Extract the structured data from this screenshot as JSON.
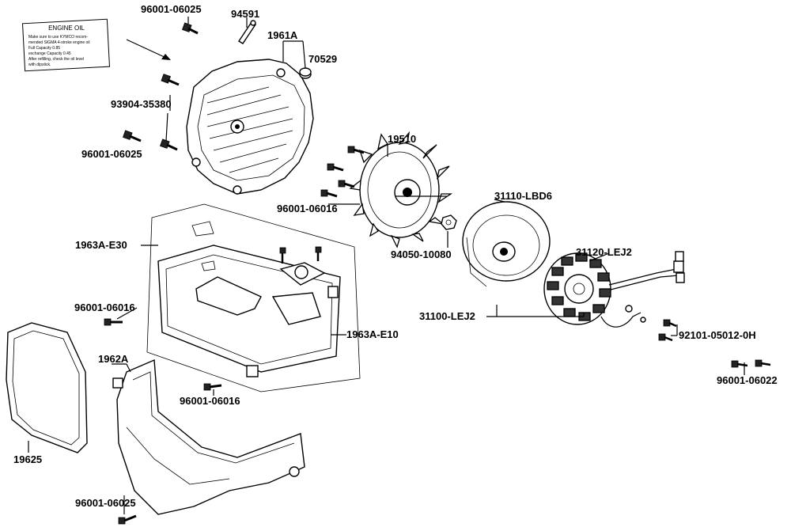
{
  "oil_label": {
    "title": "ENGINE OIL",
    "lines": [
      "Make sure to use KYMCO recom-",
      "mended SIGMA 4-stroke engine oil",
      "Full Capacity  0.85",
      "exchange Capacity  0.45",
      "After refilling, check the oil level",
      "with dipstick."
    ]
  },
  "parts": [
    {
      "id": "p1",
      "number": "96001-06025"
    },
    {
      "id": "p2",
      "number": "94591"
    },
    {
      "id": "p3",
      "number": "1961A"
    },
    {
      "id": "p4",
      "number": "70529"
    },
    {
      "id": "p5",
      "number": "93904-35380"
    },
    {
      "id": "p6",
      "number": "96001-06025"
    },
    {
      "id": "p7",
      "number": "19510"
    },
    {
      "id": "p8",
      "number": "96001-06016"
    },
    {
      "id": "p9",
      "number": "31110-LBD6"
    },
    {
      "id": "p10",
      "number": "1963A-E30"
    },
    {
      "id": "p11",
      "number": "94050-10080"
    },
    {
      "id": "p12",
      "number": "31120-LEJ2"
    },
    {
      "id": "p13",
      "number": "96001-06016"
    },
    {
      "id": "p14",
      "number": "31100-LEJ2"
    },
    {
      "id": "p15",
      "number": "1963A-E10"
    },
    {
      "id": "p16",
      "number": "92101-05012-0H"
    },
    {
      "id": "p17",
      "number": "1962A"
    },
    {
      "id": "p18",
      "number": "96001-06022"
    },
    {
      "id": "p19",
      "number": "96001-06016"
    },
    {
      "id": "p20",
      "number": "19625"
    },
    {
      "id": "p21",
      "number": "96001-06025"
    }
  ]
}
